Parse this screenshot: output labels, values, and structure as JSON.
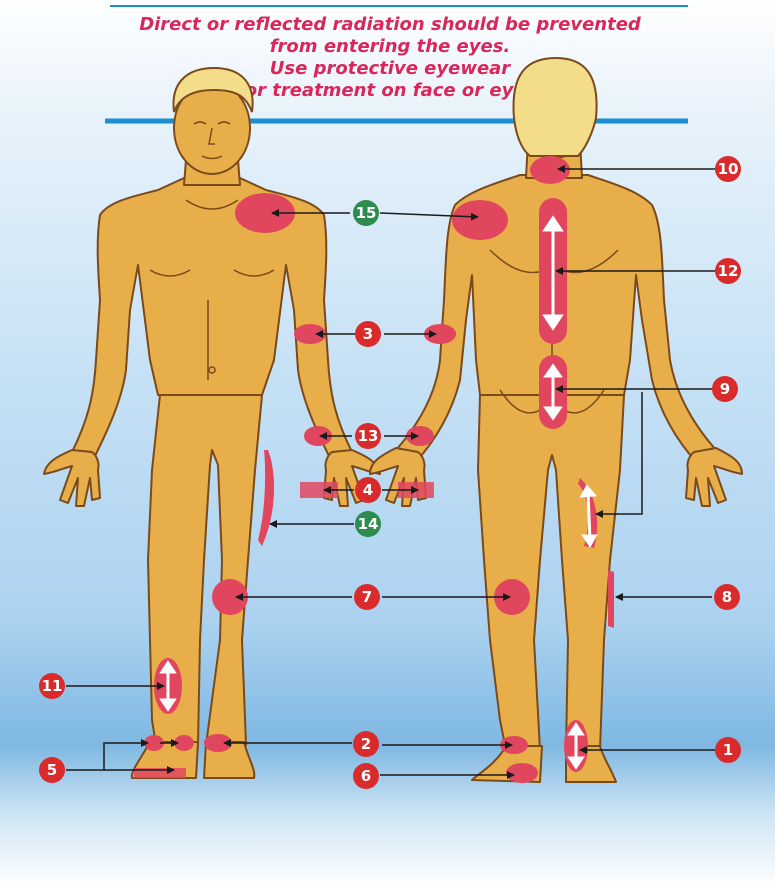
{
  "instructions": {
    "line1": "Direct or reflected radiation should be prevented",
    "line2": "from entering the eyes.",
    "line3": "Use protective eyewear",
    "line4": "for treatment on face or eyes."
  },
  "badges": [
    {
      "id": "15",
      "label": "15",
      "color": "#2e8b4e"
    },
    {
      "id": "14",
      "label": "14",
      "color": "#2e8b4e"
    },
    {
      "id": "10",
      "label": "10",
      "color": "#d92b2b"
    },
    {
      "id": "12",
      "label": "12",
      "color": "#d92b2b"
    },
    {
      "id": "3",
      "label": "3",
      "color": "#d92b2b"
    },
    {
      "id": "9",
      "label": "9",
      "color": "#d92b2b"
    },
    {
      "id": "13",
      "label": "13",
      "color": "#d92b2b"
    },
    {
      "id": "4",
      "label": "4",
      "color": "#d92b2b"
    },
    {
      "id": "7",
      "label": "7",
      "color": "#d92b2b"
    },
    {
      "id": "8",
      "label": "8",
      "color": "#d92b2b"
    },
    {
      "id": "11",
      "label": "11",
      "color": "#d92b2b"
    },
    {
      "id": "2",
      "label": "2",
      "color": "#d92b2b"
    },
    {
      "id": "1",
      "label": "1",
      "color": "#d92b2b"
    },
    {
      "id": "5",
      "label": "5",
      "color": "#d92b2b"
    },
    {
      "id": "6",
      "label": "6",
      "color": "#d92b2b"
    }
  ],
  "colors": {
    "skin": "#e8ae4a",
    "skin_outline": "#7a4a1a",
    "hair": "#f3dc8a",
    "zone": "#e0475f",
    "instruction_text": "#d9275c",
    "rule_line": "#1b8fd2"
  }
}
